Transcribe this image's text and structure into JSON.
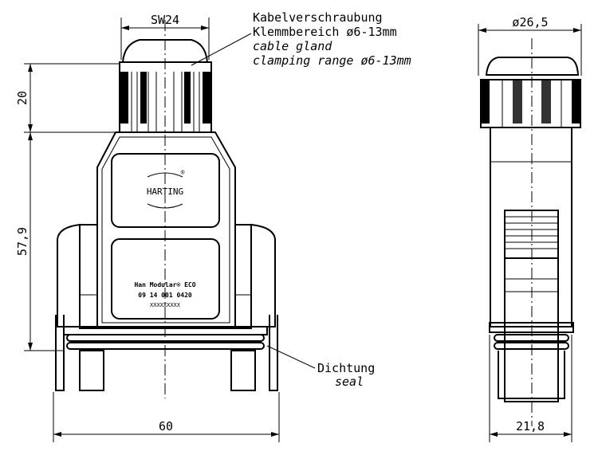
{
  "labels": {
    "gland_de_1": "Kabelverschraubung",
    "gland_de_2": "Klemmbereich ø6-13mm",
    "gland_en_1": "cable gland",
    "gland_en_2": "clamping range ø6-13mm",
    "seal_de": "Dichtung",
    "seal_en": "seal"
  },
  "dimensions": {
    "wrench_size": "SW24",
    "gland_height": "20",
    "housing_height": "57,9",
    "width": "60",
    "gland_diameter": "ø26,5",
    "depth": "21,8"
  },
  "housing_print": {
    "brand": "HARTING",
    "brand_mark": "®",
    "product": "Han Modular® ECO",
    "part_number": "09 14 001 0420",
    "serial": "XXXXXXXXX"
  }
}
